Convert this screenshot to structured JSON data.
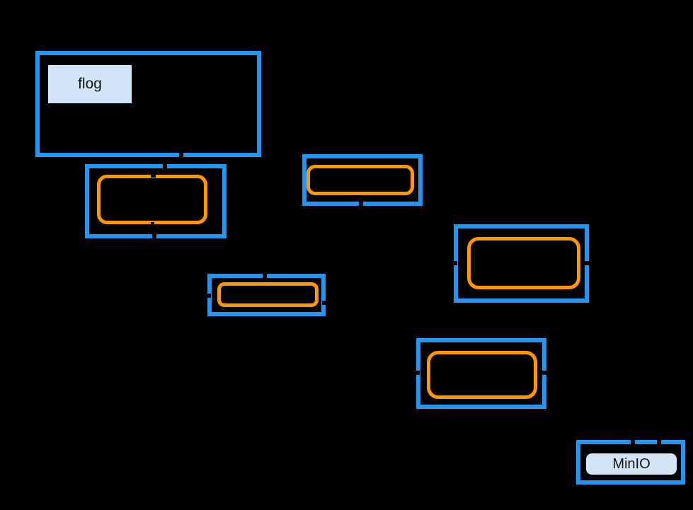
{
  "diagram": {
    "background_color": "#000000",
    "colors": {
      "group-border": "#2196F3",
      "inner-border": "#FF9800",
      "label-fill": "#D3E4F6",
      "label-text": "#151515"
    },
    "nodes": {
      "flog": {
        "label": "flog"
      },
      "minio": {
        "label": "MinIO"
      }
    },
    "unlabeled_group_boxes": 5,
    "unlabeled_inner_boxes": 5,
    "arrow_notch_count": 15
  }
}
